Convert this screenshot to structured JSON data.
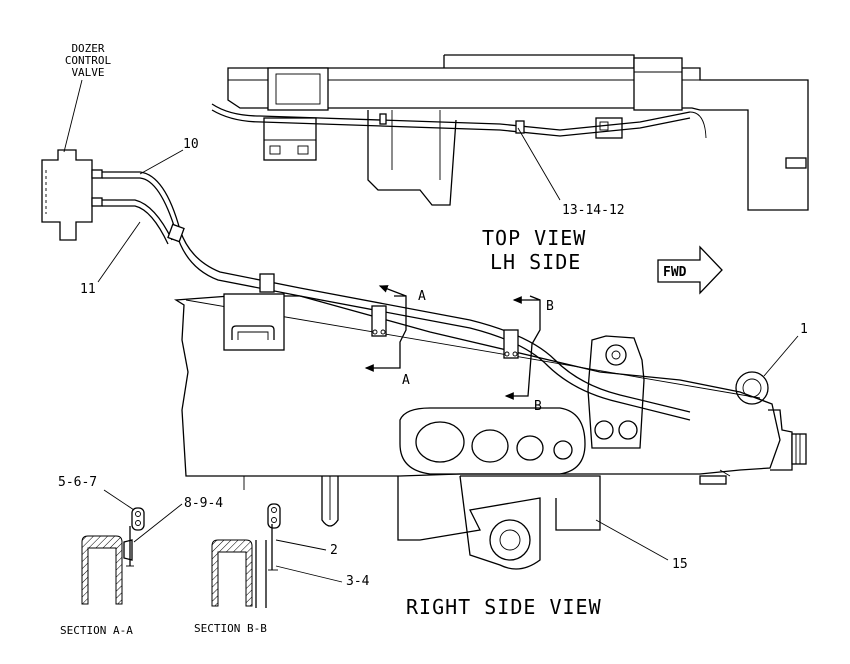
{
  "labels": {
    "dozer_line1": "DOZER",
    "dozer_line2": "CONTROL",
    "dozer_line3": "VALVE",
    "callout_10": "10",
    "callout_11": "11",
    "callout_13_14_12": "13-14-12",
    "callout_1": "1",
    "callout_15": "15",
    "callout_2": "2",
    "callout_3_4": "3-4",
    "callout_5_6_7": "5-6-7",
    "callout_8_9_4": "8-9-4",
    "top_view_line1": "TOP VIEW",
    "top_view_line2": "LH SIDE",
    "fwd": "FWD",
    "section_a_top": "A",
    "section_a_bottom": "A",
    "section_b_top": "B",
    "section_b_bottom": "B",
    "section_a_a": "SECTION A-A",
    "section_b_b": "SECTION B-B",
    "right_side_view": "RIGHT SIDE VIEW"
  }
}
